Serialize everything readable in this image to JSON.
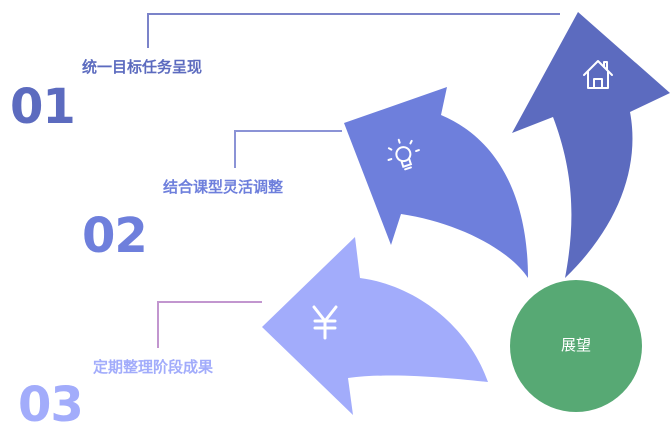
{
  "items": [
    {
      "number": "01",
      "label": "统一目标任务呈现",
      "color": "#5c6bbf",
      "icon": "house-icon"
    },
    {
      "number": "02",
      "label": "结合课型灵活调整",
      "color": "#6e7fdc",
      "icon": "lightbulb-icon"
    },
    {
      "number": "03",
      "label": "定期整理阶段成果",
      "color": "#a2acfb",
      "icon": "yuan-icon"
    }
  ],
  "center": {
    "label": "展望",
    "color": "#57a974"
  },
  "connector_colors": [
    "#7b83c9",
    "#8b93d6",
    "#c296cf"
  ]
}
